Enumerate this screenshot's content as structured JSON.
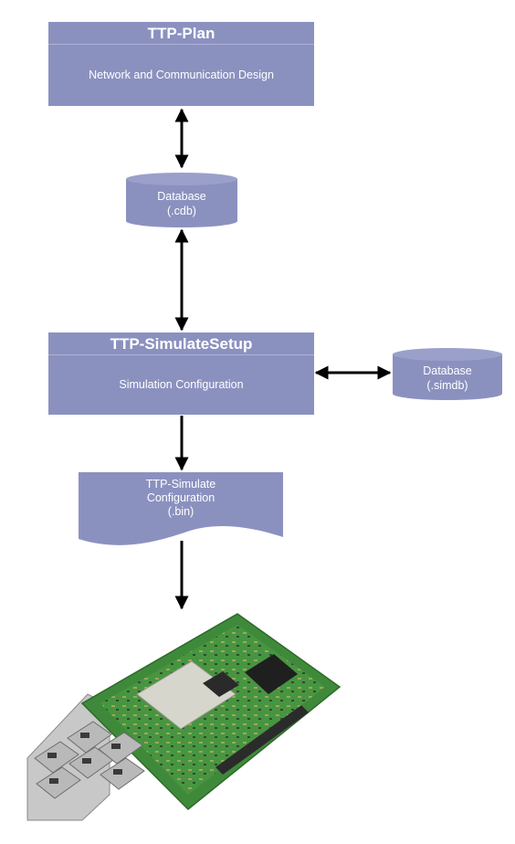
{
  "plan_box": {
    "title": "TTP-Plan",
    "subtitle": "Network and Communication Design"
  },
  "database_cdb": {
    "line1": "Database",
    "line2": "(.cdb)"
  },
  "setup_box": {
    "title": "TTP-SimulateSetup",
    "subtitle": "Simulation Configuration"
  },
  "database_simdb": {
    "line1": "Database",
    "line2": "(.simdb)"
  },
  "config_document": {
    "line1": "TTP-Simulate",
    "line2": "Configuration",
    "line3": "(.bin)"
  },
  "colors": {
    "shape_fill": "#8b91bf",
    "text": "#ffffff",
    "arrow": "#000000",
    "pcb": "#3f8a3a"
  }
}
